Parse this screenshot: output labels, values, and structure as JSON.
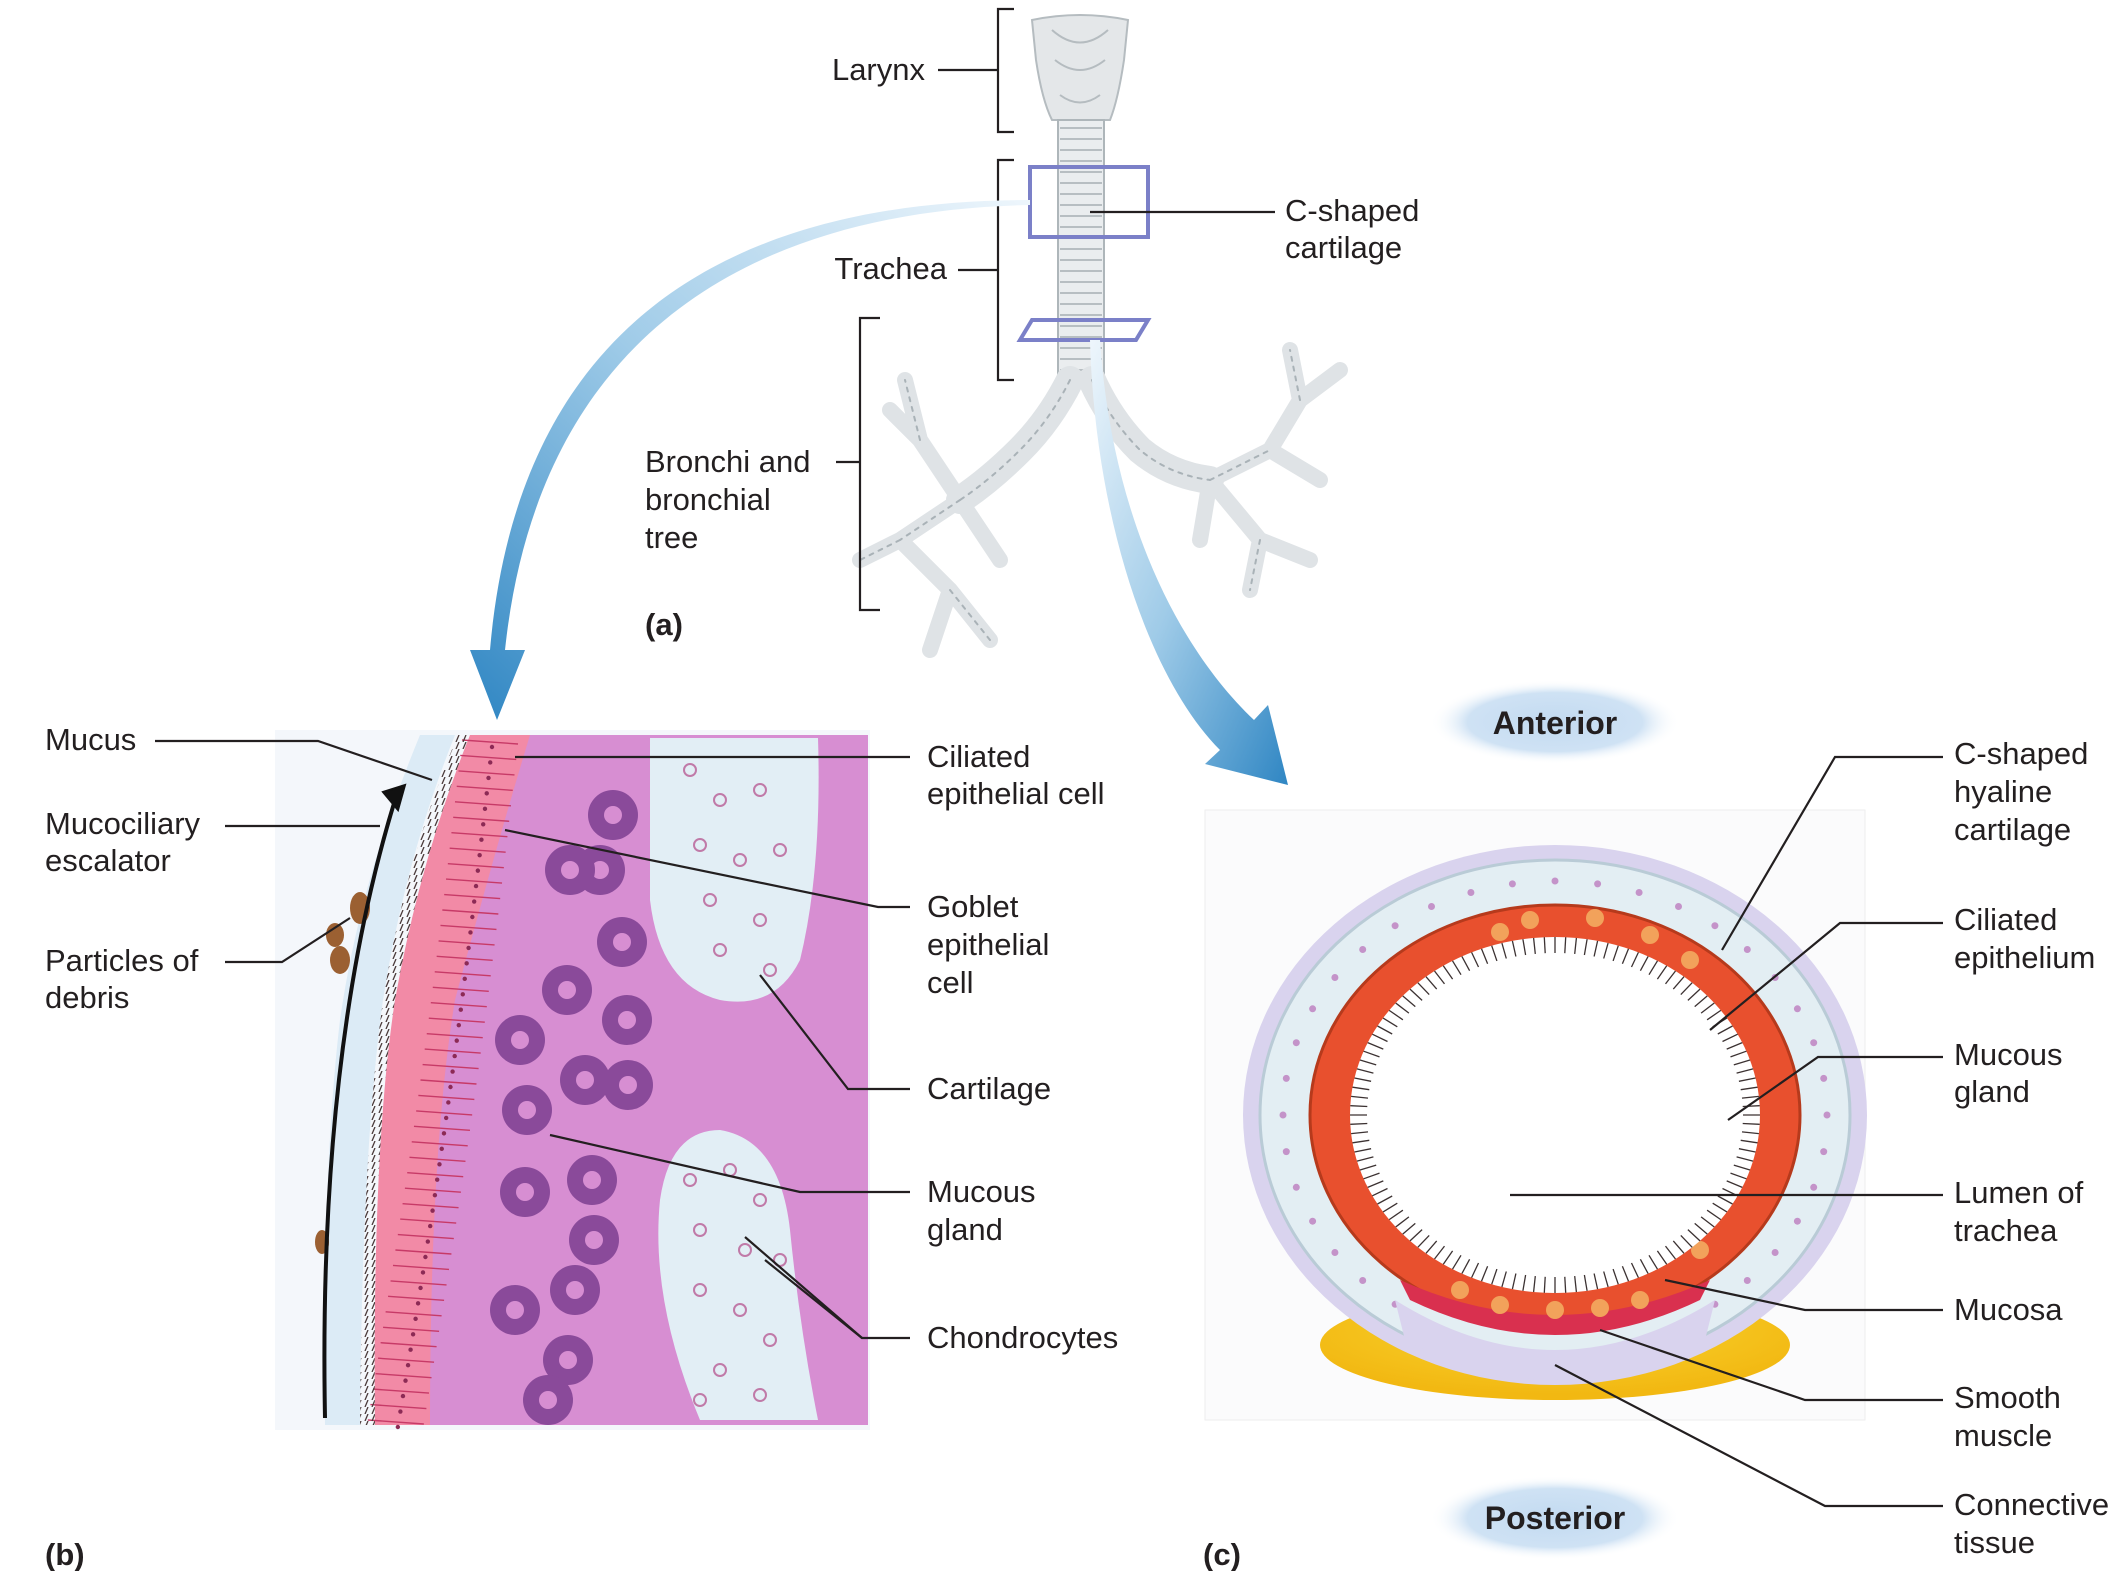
{
  "panels": {
    "a": "(a)",
    "b": "(b)",
    "c": "(c)"
  },
  "orientation": {
    "anterior": "Anterior",
    "posterior": "Posterior"
  },
  "panel_a": {
    "larynx": "Larynx",
    "trachea": "Trachea",
    "bronchi": [
      "Bronchi and",
      "bronchial",
      "tree"
    ],
    "c_shaped_cartilage": [
      "C-shaped",
      "cartilage"
    ]
  },
  "panel_b": {
    "mucus": "Mucus",
    "mucociliary_escalator": [
      "Mucociliary",
      "escalator"
    ],
    "particles_of_debris": [
      "Particles of",
      "debris"
    ],
    "ciliated_epithelial_cell": [
      "Ciliated",
      "epithelial cell"
    ],
    "goblet_epithelial_cell": [
      "Goblet",
      "epithelial",
      "cell"
    ],
    "cartilage": "Cartilage",
    "mucous_gland": [
      "Mucous",
      "gland"
    ],
    "chondrocytes": "Chondrocytes"
  },
  "panel_c": {
    "c_shaped_hyaline_cartilage": [
      "C-shaped",
      "hyaline",
      "cartilage"
    ],
    "ciliated_epithelium": [
      "Ciliated",
      "epithelium"
    ],
    "mucous_gland": [
      "Mucous",
      "gland"
    ],
    "lumen_of_trachea": [
      "Lumen of",
      "trachea"
    ],
    "mucosa": "Mucosa",
    "smooth_muscle": [
      "Smooth",
      "muscle"
    ],
    "connective_tissue": [
      "Connective",
      "tissue"
    ]
  },
  "colors": {
    "arrow_blue": "#3b8fc8",
    "arrow_light": "#cfe6f5",
    "mucosa_pink": "#f08aa8",
    "lamina_purple": "#d17fc8",
    "gland_purple": "#7a3a8c",
    "cartilage_blue": "#e2eef5",
    "mucosa_red": "#e8502e",
    "connective_yellow": "#f7c81e",
    "orientation_blue": "#c6ddf2"
  }
}
